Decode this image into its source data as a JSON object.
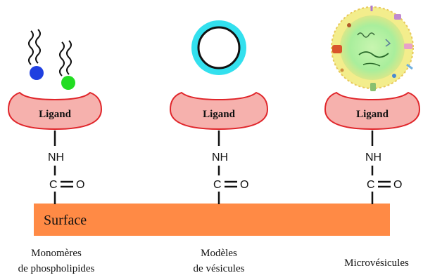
{
  "colors": {
    "surface": "#ff8a45",
    "ligand_fill": "#f6b1ad",
    "ligand_stroke": "#e0262b",
    "monomer_head_1": "#1f3fe0",
    "monomer_head_2": "#22dd22",
    "vesicle_ring": "#33e0ee",
    "microvesicle_body": "#f3ed8c",
    "microvesicle_core": "#b6f1a0"
  },
  "surface_label": "Surface",
  "columns": [
    {
      "id": "monomers",
      "ligand_label": "Ligand",
      "nh_label": "NH",
      "c_label": "C",
      "o_label": "O",
      "caption_lines": [
        "Monomères",
        "de phospholipides"
      ]
    },
    {
      "id": "vesicle-models",
      "ligand_label": "Ligand",
      "nh_label": "NH",
      "c_label": "C",
      "o_label": "O",
      "caption_lines": [
        "Modèles",
        "de vésicules"
      ]
    },
    {
      "id": "microvesicles",
      "ligand_label": "Ligand",
      "nh_label": "NH",
      "c_label": "C",
      "o_label": "O",
      "caption_lines": [
        "Microvésicules"
      ]
    }
  ]
}
